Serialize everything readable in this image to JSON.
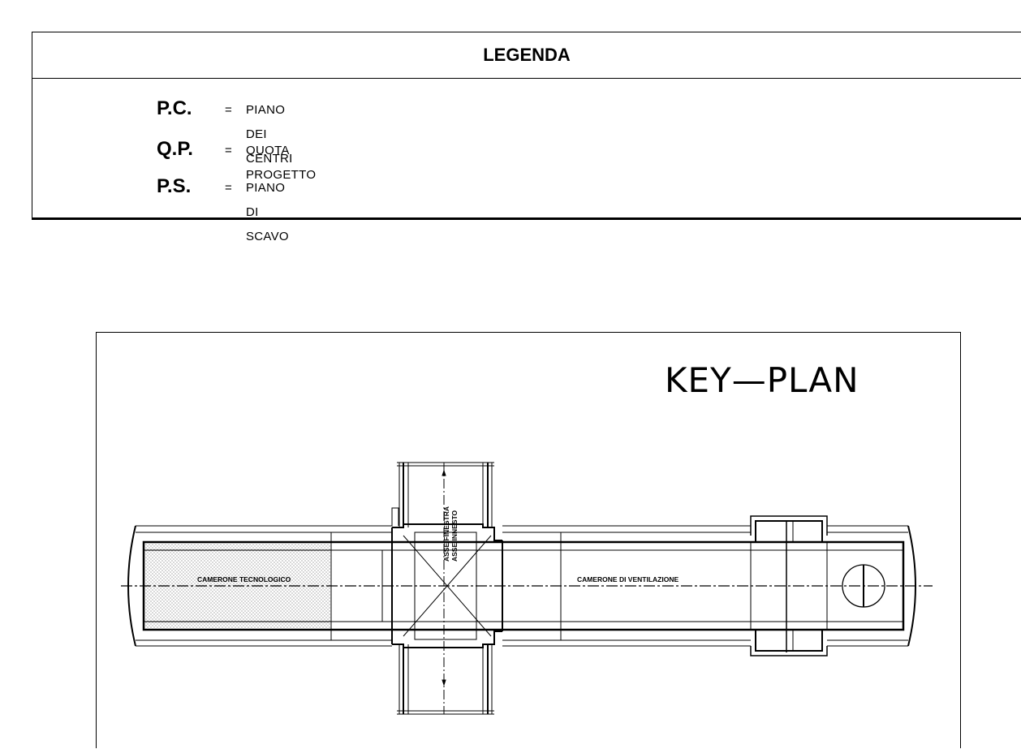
{
  "legend": {
    "title": "LEGENDA",
    "items": [
      {
        "abbr": "P.C.",
        "eq": "=",
        "definition": "PIANO DEI CENTRI"
      },
      {
        "abbr": "Q.P.",
        "eq": "=",
        "definition": "QUOTA PROGETTO"
      },
      {
        "abbr": "P.S.",
        "eq": "=",
        "definition": "PIANO DI SCAVO"
      }
    ]
  },
  "keyplan": {
    "title": "KEY—PLAN",
    "labels": {
      "camerone_tecnologico": "CAMERONE TECNOLOGICO",
      "camerone_ventilazione": "CAMERONE DI VENTILAZIONE",
      "asse_finestra": "ASSE FINESTRA",
      "asse_innesto": "ASSE INNESTO"
    }
  }
}
